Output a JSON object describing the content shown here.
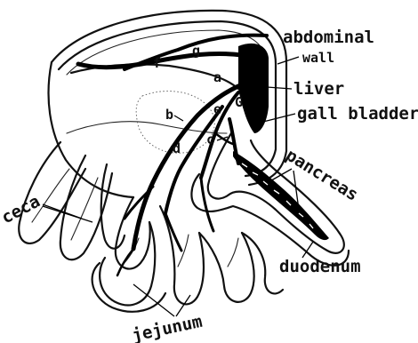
{
  "diagram": {
    "labels": {
      "abdominal": "abdominal",
      "wall": "wall",
      "liver": "liver",
      "gall_bladder": "gall bladder",
      "pancreas": "pancreas",
      "duodenum": "duodenum",
      "ceca": "ceca",
      "jejunum": "jejunum",
      "a": "a",
      "b": "b",
      "c": "c",
      "d": "d",
      "e": "e",
      "f": "f",
      "g": "g",
      "G": "G"
    },
    "colors": {
      "ink": "#111111",
      "background": "#ffffff"
    }
  }
}
